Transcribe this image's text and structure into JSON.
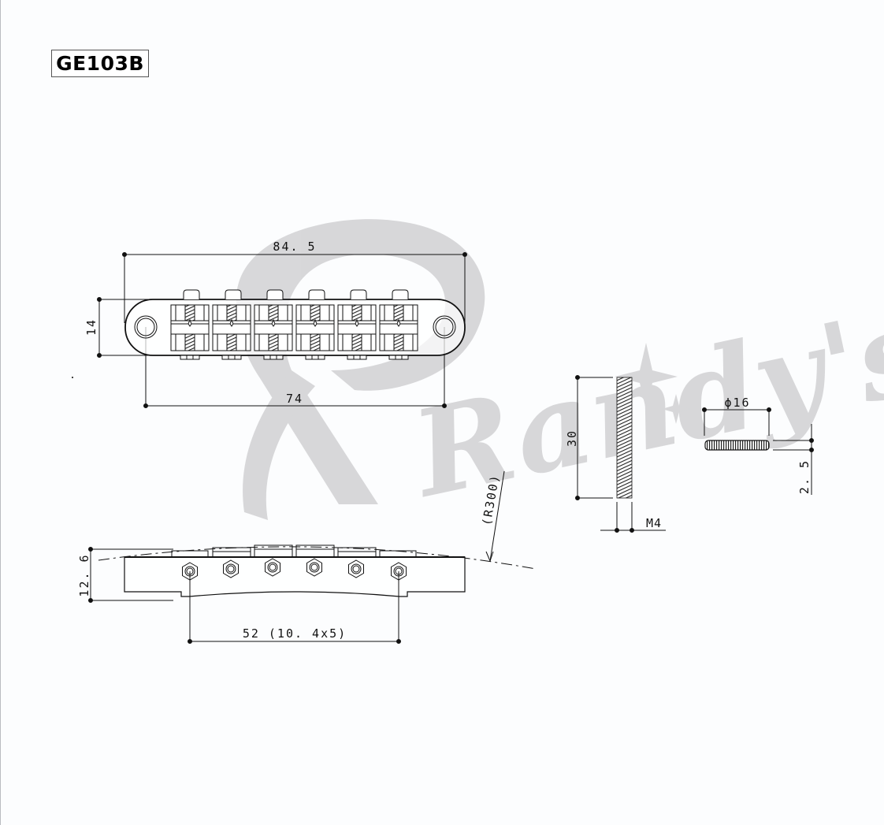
{
  "title": "GE103B",
  "watermark": {
    "text": "Randy's",
    "color": "#d4d4d6"
  },
  "colors": {
    "line": "#111111",
    "background": "#fcfdfe",
    "watermark": "#d4d4d6"
  },
  "top_view": {
    "dimensions": {
      "overall_length": "84. 5",
      "height": "14",
      "post_spacing": "74"
    },
    "saddle_count": 6
  },
  "side_view": {
    "dimensions": {
      "height": "12. 6",
      "string_spacing": "52 (10. 4x5)",
      "radius": "(R300)"
    }
  },
  "stud_view": {
    "dimensions": {
      "length": "30",
      "thread": "M4"
    }
  },
  "thumbwheel_view": {
    "dimensions": {
      "diameter": "ϕ16",
      "thickness": "2. 5"
    }
  }
}
